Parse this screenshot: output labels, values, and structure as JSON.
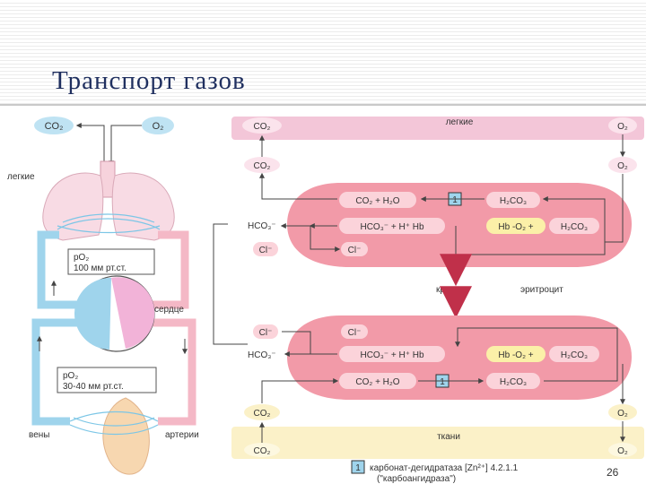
{
  "title": "Транспорт газов",
  "page_number": "26",
  "colors": {
    "pink": "#f29aa8",
    "pink_light": "#fbd3da",
    "blue": "#9fd4ec",
    "red": "#e2506a"
  },
  "left": {
    "co2": "CO₂",
    "o2": "O₂",
    "lungs": "легкие",
    "po2_lungs_1": "pO₂",
    "po2_lungs_2": "100 мм рт.ст.",
    "heart": "сердце",
    "po2_tissue_1": "pO₂",
    "po2_tissue_2": "30-40 мм рт.ст.",
    "veins": "вены",
    "arteries": "артерии"
  },
  "right": {
    "co2": "CO₂",
    "o2": "O₂",
    "lungs": "легкие",
    "tissues": "ткани",
    "hco3": "HCO₃⁻",
    "cl": "Cl⁻",
    "blood": "кровь",
    "erythrocyte": "эритроцит",
    "top": {
      "co2_h2o": "CO₂ + H₂O",
      "h2co3": "H₂CO₃",
      "enzyme": "1",
      "hco3_h_hb": "HCO₃⁻ + H⁺ Hb",
      "hb_o2": "Hb -O₂ +",
      "h2co3_2": "H₂CO₃",
      "cl": "Cl⁻"
    },
    "bottom": {
      "cl": "Cl⁻",
      "hco3_h_hb": "HCO₃⁻ + H⁺ Hb",
      "hb_o2": "Hb -O₂ +",
      "h2co3_2": "H₂CO₃",
      "co2_h2o": "CO₂ + H₂O",
      "h2co3": "H₂CO₃",
      "enzyme": "1"
    },
    "legend_num": "1",
    "legend_line1": "карбонат-дегидратаза [Zn²⁺] 4.2.1.1",
    "legend_line2": "(\"карбоангидраза\")"
  }
}
